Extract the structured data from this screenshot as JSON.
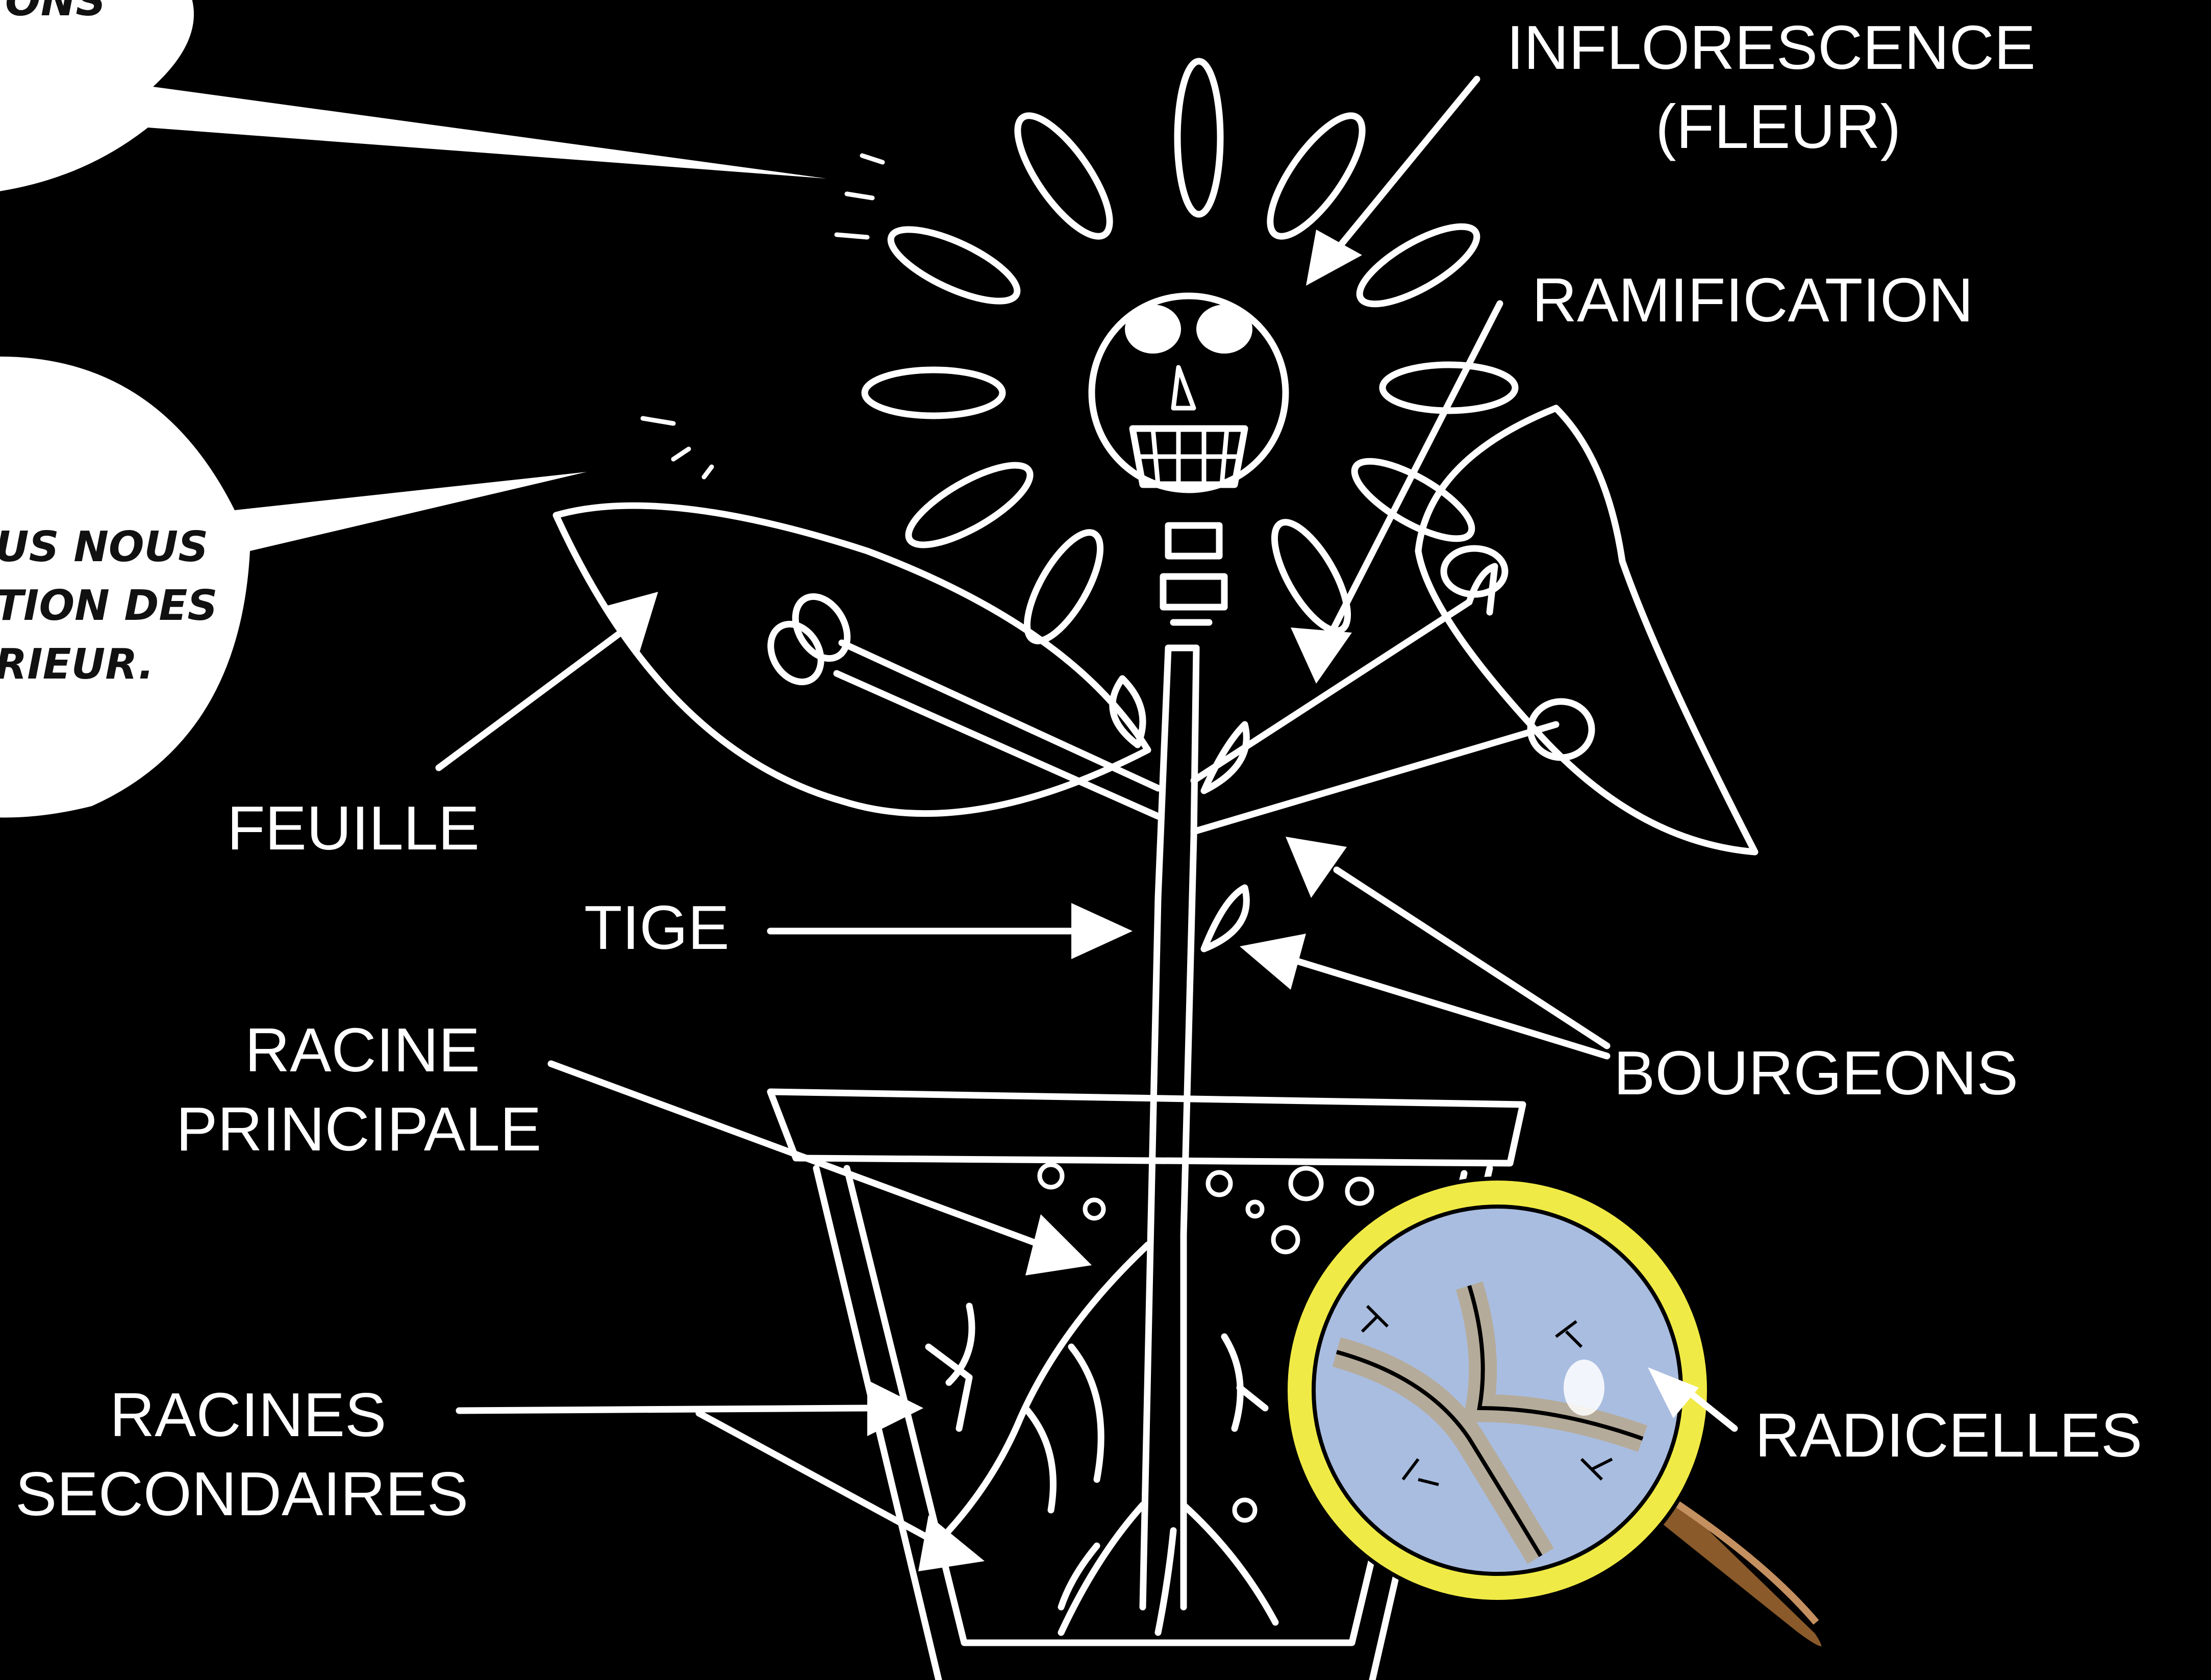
{
  "labels": {
    "inflorescence_line1": "INFLORESCENCE",
    "inflorescence_line2": "(FLEUR)",
    "ramification": "RAMIFICATION",
    "feuille": "FEUILLE",
    "tige": "TIGE",
    "racine_principale_line1": "RACINE",
    "racine_principale_line2": "PRINCIPALE",
    "bourgeons": "BOURGEONS",
    "racines_secondaires_line1": "RACINES",
    "racines_secondaires_line2": "SECONDAIRES",
    "radicelles": "RADICELLES"
  },
  "speech_bubbles": {
    "top_fragment": "ONS",
    "middle_line1": "US NOUS",
    "middle_line2": "TION DES",
    "middle_line3": "RIEUR."
  },
  "colors": {
    "background": "#000000",
    "drawing": "#ffffff",
    "bubble": "#ffffff",
    "magnifier_rim": "#e8e23a",
    "magnifier_lens": "#a9bde0",
    "magnifier_handle": "#8a5a2a",
    "root_closeup": "#b5ab9a"
  }
}
